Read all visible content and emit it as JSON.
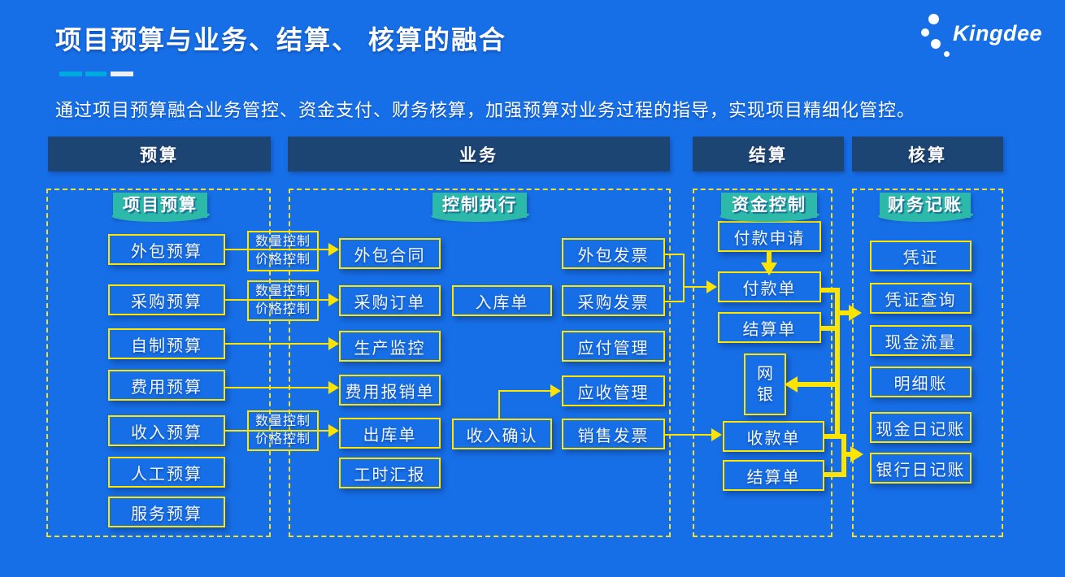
{
  "page": {
    "title": "项目预算与业务、结算、 核算的融合",
    "subtitle": "通过项目预算融合业务管控、资金支付、财务核算，加强预算对业务过程的指导，实现项目精细化管控。"
  },
  "logo": {
    "text": "Kingdee"
  },
  "colors": {
    "background": "#176FE7",
    "header_bar": "#1C4574",
    "section_label": "#2CB9A9",
    "connector_yellow": "#FFE400",
    "accent_dash_cyan": "#00A9E0",
    "accent_dash_white": "#EDF1F5"
  },
  "headers": [
    "预算",
    "业务",
    "结算",
    "核算"
  ],
  "sections": [
    {
      "label": "项目预算"
    },
    {
      "label": "控制执行"
    },
    {
      "label": "资金控制"
    },
    {
      "label": "财务记账"
    }
  ],
  "nodes": {
    "budget": [
      "外包预算",
      "采购预算",
      "自制预算",
      "费用预算",
      "收入预算",
      "人工预算",
      "服务预算"
    ],
    "control_tag_lines": [
      "数量控制",
      "价格控制"
    ],
    "execution_left": [
      "外包合同",
      "采购订单",
      "生产监控",
      "费用报销单",
      "出库单",
      "工时汇报"
    ],
    "execution_mid": [
      "入库单",
      "收入确认"
    ],
    "execution_right": [
      "外包发票",
      "采购发票",
      "应付管理",
      "应收管理",
      "销售发票"
    ],
    "funds_upper": [
      "付款申请",
      "付款单",
      "结算单"
    ],
    "bank": "网银",
    "funds_lower": [
      "收款单",
      "结算单"
    ],
    "ledger": [
      "凭证",
      "凭证查询",
      "现金流量",
      "明细账",
      "现金日记账",
      "银行日记账"
    ]
  }
}
